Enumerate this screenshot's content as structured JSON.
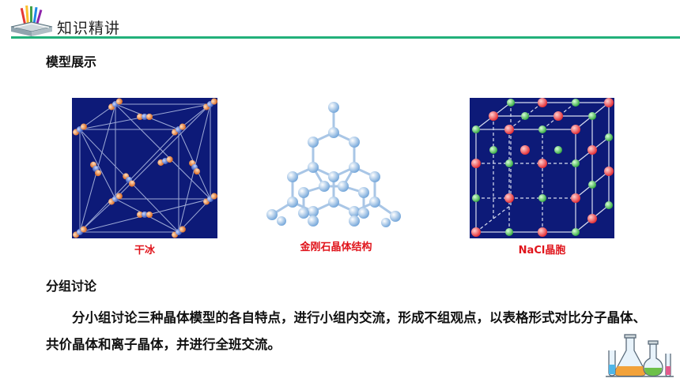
{
  "header": {
    "title": "知识精讲"
  },
  "sections": {
    "models": "模型展示",
    "discussion": "分组讨论"
  },
  "figures": {
    "dry_ice": "干冰",
    "diamond": "金刚石晶体结构",
    "nacl": "NaCl晶胞"
  },
  "paragraph": "分小组讨论三种晶体模型的各自特点，进行小组内交流，形成不组观点，以表格形式对比分子晶体、共价晶体和离子晶体，并进行全班交流。",
  "colors": {
    "accent": "#22b07a",
    "caption": "#e0141b",
    "panel_bg": "#0d1a78"
  },
  "icons": {
    "logo": "books-pencils-icon",
    "decoration": "lab-flasks-icon"
  }
}
